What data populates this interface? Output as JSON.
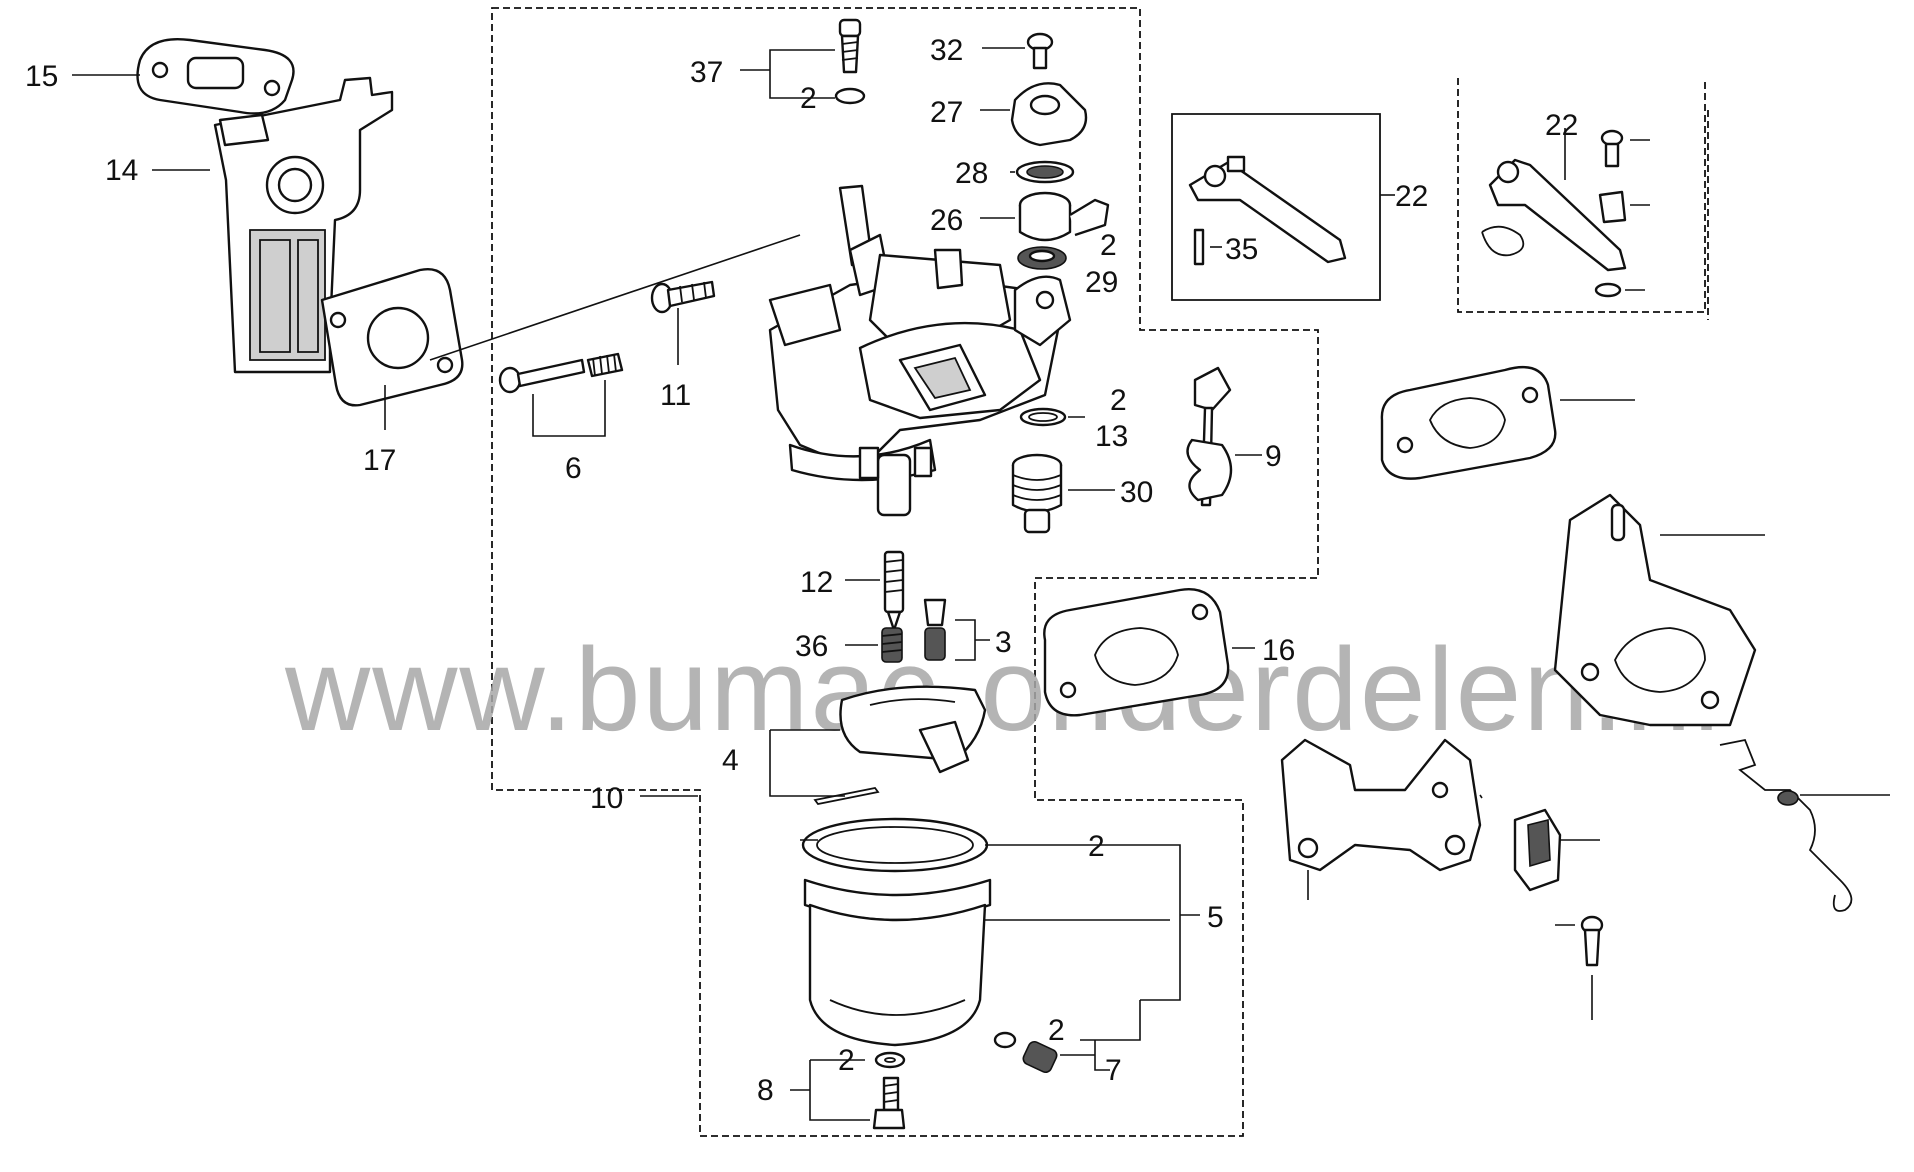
{
  "watermark": "www.bumac-onderdelen.nl",
  "labels": {
    "l15": "15",
    "l14": "14",
    "l17": "17",
    "l37": "37",
    "l2a": "2",
    "l32": "32",
    "l27": "27",
    "l28": "28",
    "l26": "26",
    "l2b": "2",
    "l29": "29",
    "l11": "11",
    "l6": "6",
    "l2c": "2",
    "l13": "13",
    "l9": "9",
    "l30": "30",
    "l12": "12",
    "l36": "36",
    "l3": "3",
    "l4": "4",
    "l10": "10",
    "l2d": "2",
    "l5": "5",
    "l2e": "2",
    "l7": "7",
    "l8": "8",
    "l2f": "2",
    "l22a": "22",
    "l35": "35",
    "l22b": "22",
    "l16": "16"
  }
}
